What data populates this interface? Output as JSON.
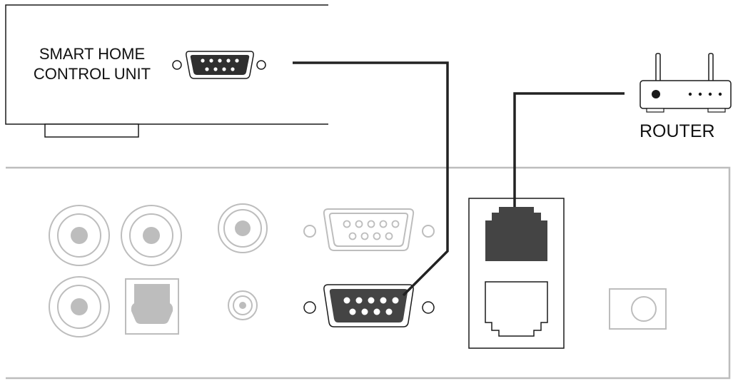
{
  "labels": {
    "control_unit_line1": "SMART HOME",
    "control_unit_line2": "CONTROL UNIT",
    "router": "ROUTER"
  },
  "colors": {
    "outline": "#1a1a1a",
    "panel_outline": "#bdbdbd",
    "faded_fill": "#bdbdbd",
    "active_fill": "#444444",
    "cable": "#222222",
    "background": "#ffffff"
  },
  "components": {
    "control_unit": {
      "icon": "serial-port-icon"
    },
    "router": {
      "icon": "router-icon"
    },
    "back_panel": {
      "rca_jacks": 3,
      "optical_port": 1,
      "coax_jacks": 2,
      "serial_ports": 2,
      "ethernet_ports": 2,
      "square_button": 1
    }
  }
}
